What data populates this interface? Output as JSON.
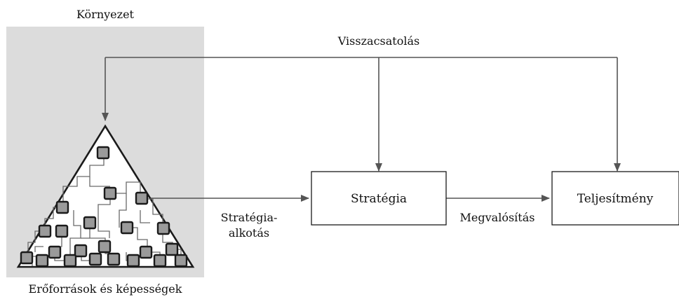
{
  "diagram": {
    "environment_label": "Környezet",
    "feedback_label": "Visszacsatolás",
    "resources_label": "Erőforrások és képességek",
    "strategy_making_label_line1": "Stratégia-",
    "strategy_making_label_line2": "alkotás",
    "implementation_label": "Megvalósítás",
    "strategy_node": "Stratégia",
    "performance_node": "Teljesítmény"
  },
  "colors": {
    "environment_fill": "#dcdcdc",
    "arrow": "#555555",
    "node_fill": "#9a9a9a",
    "node_stroke": "#1a1a1a",
    "triangle_stroke": "#1a1a1a"
  }
}
